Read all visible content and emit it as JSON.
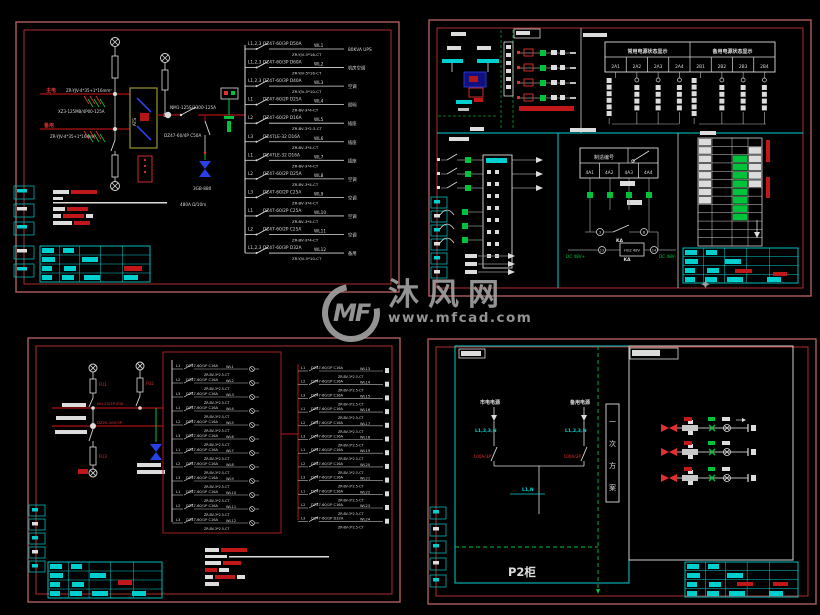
{
  "page_background": "#000000",
  "colors": {
    "bus_dark_red": "#8f0f0f",
    "annotation_red": "#e23030",
    "signal_green": "#00c33c",
    "cad_cyan": "#00cfcf",
    "device_blue": "#2840e8",
    "sheet_border_red": "#b05c5c",
    "watermark_gray": "#9f9f9f"
  },
  "watermark": {
    "logo_text": "MF",
    "sparkle": "✦",
    "site_name": "沐风网",
    "site_url": "www.mfcad.com"
  },
  "sheet_tl": {
    "main_label": "主电",
    "main_cable": "ZR-YJV-4*35+1*16mm²",
    "backup_label": "备用",
    "backup_cable": "ZR-YJV-4*35+1*16mm²",
    "ats_label": "ATS",
    "ats_model": "XZ3-125MB/4P00-125A",
    "outgoing_switch": "NM1-125S/3300-125A",
    "down_breaker": "DZ47-60/4P C50A",
    "arrester_model": "3GB-880",
    "arrester_note": "480A Ω/10m",
    "feeders": [
      {
        "phase": "L1,2,3",
        "breaker": "DZ47-60/3P D50A",
        "circuit": "WL1",
        "cable": "ZR-YJV-5*16-CT",
        "load": "80KVA UPS"
      },
      {
        "phase": "L1,2,3",
        "breaker": "DZ47-60/3P D60A",
        "circuit": "WL2",
        "cable": "ZR-YJV-5*16-CT",
        "load": "机房空调"
      },
      {
        "phase": "L1,2,3",
        "breaker": "DZ47-60/3P D40A",
        "circuit": "WL3",
        "cable": "ZR-YJV-5*10-CT",
        "load": "空调"
      },
      {
        "phase": "L1",
        "breaker": "DZ47-60/2P D25A",
        "circuit": "WL4",
        "cable": "ZR-BV-3*4-CT",
        "load": "照明"
      },
      {
        "phase": "L2",
        "breaker": "DZ47-60/2P D16A",
        "circuit": "WL5",
        "cable": "ZR-BV-3*2.5-CT",
        "load": "插座"
      },
      {
        "phase": "L3",
        "breaker": "DZ47LE-32 D16A",
        "circuit": "WL6",
        "cable": "ZR-BV-3*4-CT",
        "load": "插座"
      },
      {
        "phase": "L1",
        "breaker": "DZ47LE-32 D16A",
        "circuit": "WL7",
        "cable": "ZR-BV-3*4-CT",
        "load": "插座"
      },
      {
        "phase": "L2",
        "breaker": "DZ47-60/2P D25A",
        "circuit": "WL8",
        "cable": "ZR-BV-3*4-CT",
        "load": "空调"
      },
      {
        "phase": "L3",
        "breaker": "DZ47-60/2P C25A",
        "circuit": "WL9",
        "cable": "ZR-BV-3*4-CT",
        "load": "空调"
      },
      {
        "phase": "L1",
        "breaker": "DZ47-60/2P C25A",
        "circuit": "WL10",
        "cable": "ZR-BV-3*4-CT",
        "load": "空调"
      },
      {
        "phase": "L2",
        "breaker": "DZ47-60/2P C25A",
        "circuit": "WL11",
        "cable": "ZR-BV-3*4-CT",
        "load": "空调"
      },
      {
        "phase": "L1,2,3",
        "breaker": "DZ47-60/3P D32A",
        "circuit": "WL12",
        "cable": "ZR-YJV-5*10-CT",
        "load": "备用"
      }
    ]
  },
  "sheet_tr": {
    "status_table": {
      "header_left": "常用电源状态显示",
      "header_right": "备用电源状态显示",
      "cells": [
        "2A1",
        "2A2",
        "2A3",
        "2A4",
        "2B1",
        "2B2",
        "2B3",
        "2B4"
      ]
    },
    "ctrl_table": {
      "title": "制造编号",
      "cells": [
        "4A1",
        "4A2",
        "4A3",
        "4A4"
      ]
    },
    "relay": {
      "name": "KA",
      "coil": "HG2 48V",
      "dc_plus": "DC 48V+",
      "dc_minus": "DC 48V-",
      "contact_a": "3",
      "contact_b": "8",
      "coil_a": "13",
      "coil_b": "14"
    }
  },
  "sheet_bl": {
    "fuse1": "FU1",
    "fuse2": "FU2",
    "fuse3": "FU3",
    "switch1": "NH-25/3P 63A",
    "switch2": "DZ20-100/3P",
    "left_feeders": [
      {
        "phase": "L1",
        "breaker": "DZ47-60/1P C16A",
        "circuit": "WL1",
        "cable": "ZR-BV-3*2.5-CT"
      },
      {
        "phase": "L2",
        "breaker": "DZ47-60/1P C16A",
        "circuit": "WL2",
        "cable": "ZR-BV-3*2.5-CT"
      },
      {
        "phase": "L3",
        "breaker": "DZ47-60/1P C16A",
        "circuit": "WL3",
        "cable": "ZR-BV-3*2.5-CT"
      },
      {
        "phase": "L1",
        "breaker": "DZ47-60/1P C16A",
        "circuit": "WL4",
        "cable": "ZR-BV-3*2.5-CT"
      },
      {
        "phase": "L2",
        "breaker": "DZ47-60/1P C16A",
        "circuit": "WL5",
        "cable": "ZR-BV-3*2.5-CT"
      },
      {
        "phase": "L3",
        "breaker": "DZ47-60/1P C16A",
        "circuit": "WL6",
        "cable": "ZR-BV-3*2.5-CT"
      },
      {
        "phase": "L1",
        "breaker": "DZ47-60/1P C16A",
        "circuit": "WL7",
        "cable": "ZR-BV-3*2.5-CT"
      },
      {
        "phase": "L2",
        "breaker": "DZ47-60/1P C16A",
        "circuit": "WL8",
        "cable": "ZR-BV-3*2.5-CT"
      },
      {
        "phase": "L3",
        "breaker": "DZ47-60/1P C16A",
        "circuit": "WL9",
        "cable": "ZR-BV-3*2.5-CT"
      },
      {
        "phase": "L1",
        "breaker": "DZ47-60/1P C16A",
        "circuit": "WL10",
        "cable": "ZR-BV-3*2.5-CT"
      },
      {
        "phase": "L2",
        "breaker": "DZ47-60/1P C16A",
        "circuit": "WL11",
        "cable": "ZR-BV-3*2.5-CT"
      },
      {
        "phase": "L3",
        "breaker": "DZ47-60/1P C16A",
        "circuit": "WL12",
        "cable": "ZR-BV-3*2.5-CT"
      }
    ],
    "right_feeders": [
      {
        "phase": "L1",
        "breaker": "DZ47-60/1P C16A",
        "circuit": "WL13",
        "cable": "ZR-BV-3*2.5-CT"
      },
      {
        "phase": "L2",
        "breaker": "DZ47-60/1P C16A",
        "circuit": "WL14",
        "cable": "ZR-BV-3*2.5-CT"
      },
      {
        "phase": "L3",
        "breaker": "DZ47-60/1P C16A",
        "circuit": "WL15",
        "cable": "ZR-BV-3*2.5-CT"
      },
      {
        "phase": "L1",
        "breaker": "DZ47-60/1P C16A",
        "circuit": "WL16",
        "cable": "ZR-BV-3*2.5-CT"
      },
      {
        "phase": "L2",
        "breaker": "DZ47-60/1P C16A",
        "circuit": "WL17",
        "cable": "ZR-BV-3*2.5-CT"
      },
      {
        "phase": "L3",
        "breaker": "DZ47-60/1P C16A",
        "circuit": "WL18",
        "cable": "ZR-BV-3*2.5-CT"
      },
      {
        "phase": "L1",
        "breaker": "DZ47-60/1P C16A",
        "circuit": "WL19",
        "cable": "ZR-BV-3*2.5-CT"
      },
      {
        "phase": "L2",
        "breaker": "DZ47-60/1P C16A",
        "circuit": "WL20",
        "cable": "ZR-BV-3*2.5-CT"
      },
      {
        "phase": "L3",
        "breaker": "DZ47-60/1P C16A",
        "circuit": "WL21",
        "cable": "ZR-BV-3*2.5-CT"
      },
      {
        "phase": "L1",
        "breaker": "DZ47-60/1P C16A",
        "circuit": "WL22",
        "cable": "ZR-BV-3*2.5-CT"
      },
      {
        "phase": "L2",
        "breaker": "DZ47-60/1P C16A",
        "circuit": "WL23",
        "cable": "ZR-BV-3*2.5-CT"
      },
      {
        "phase": "L3",
        "breaker": "DZ47-60/1P D32A",
        "circuit": "WL24",
        "cable": "ZR-BV-3*2.5-CT"
      }
    ]
  },
  "sheet_br": {
    "feeder1_name": "市电电源",
    "feeder1_phases": "L1,2,3,N",
    "feeder1_switch": "100A/3P",
    "feeder2_name": "备用电源",
    "feeder2_phases": "L1,2,3,N",
    "feeder2_switch": "100A/3P",
    "bus_label": "L1,N",
    "scheme_label": "一次方案",
    "cabinet_label": "P2柜"
  }
}
